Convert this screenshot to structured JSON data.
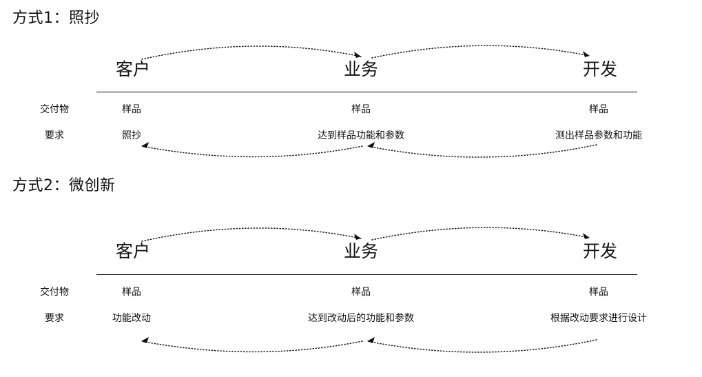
{
  "page": {
    "background_color": "#ffffff",
    "text_color": "#111111",
    "line_color": "#000000"
  },
  "sections": [
    {
      "title": "方式1：照抄",
      "nodes": [
        "客户",
        "业务",
        "开发"
      ],
      "row_labels": [
        "交付物",
        "要求"
      ],
      "deliverables": [
        "样品",
        "样品",
        "样品"
      ],
      "requirements": [
        "照抄",
        "达到样品功能和参数",
        "测出样品参数和功能"
      ],
      "forward_arrows": [
        {
          "from": "客户",
          "to": "业务",
          "style": "dotted-arc-up"
        },
        {
          "from": "业务",
          "to": "开发",
          "style": "dotted-arc-up"
        }
      ],
      "return_arrows": [
        {
          "from": "业务",
          "to": "客户",
          "style": "dotted-arc-down"
        },
        {
          "from": "开发",
          "to": "业务",
          "style": "dotted-arc-down"
        }
      ]
    },
    {
      "title": "方式2：微创新",
      "nodes": [
        "客户",
        "业务",
        "开发"
      ],
      "row_labels": [
        "交付物",
        "要求"
      ],
      "deliverables": [
        "样品",
        "样品",
        "样品"
      ],
      "requirements": [
        "功能改动",
        "达到改动后的功能和参数",
        "根据改动要求进行设计"
      ],
      "forward_arrows": [
        {
          "from": "客户",
          "to": "业务",
          "style": "dotted-arc-up"
        },
        {
          "from": "业务",
          "to": "开发",
          "style": "dotted-arc-up"
        }
      ],
      "return_arrows": [
        {
          "from": "业务",
          "to": "客户",
          "style": "dotted-arc-down"
        },
        {
          "from": "开发",
          "to": "业务",
          "style": "dotted-arc-down"
        }
      ]
    }
  ]
}
